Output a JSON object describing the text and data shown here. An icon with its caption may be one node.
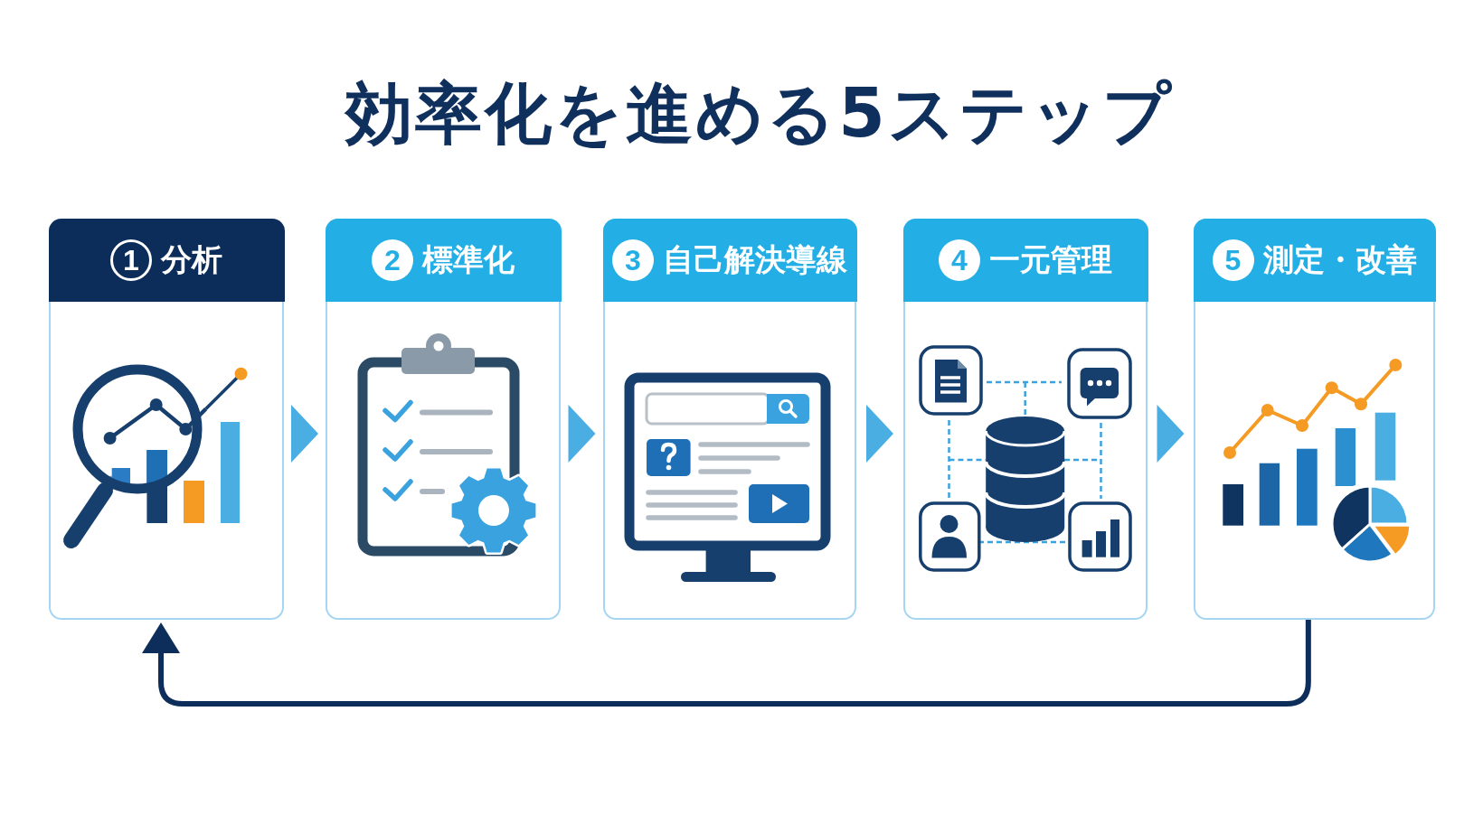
{
  "diagram": {
    "title": "効率化を進める5ステップ",
    "nodes": [
      {
        "text": [
          "1",
          "分析"
        ]
      },
      {
        "text": [
          "2",
          "標準化"
        ]
      },
      {
        "text": [
          "3",
          "自己解決導線"
        ]
      },
      {
        "text": [
          "4",
          "一元管理"
        ]
      },
      {
        "text": [
          "5",
          "測定・改善"
        ]
      }
    ],
    "edges": [
      {
        "from": 0,
        "to": 1,
        "arrow": "to"
      },
      {
        "from": 1,
        "to": 2,
        "arrow": "to"
      },
      {
        "from": 2,
        "to": 3,
        "arrow": "to"
      },
      {
        "from": 3,
        "to": 4,
        "arrow": "to"
      },
      {
        "from": 4,
        "to": 0,
        "arrow": "to",
        "color": "#0d2d5a"
      }
    ]
  }
}
